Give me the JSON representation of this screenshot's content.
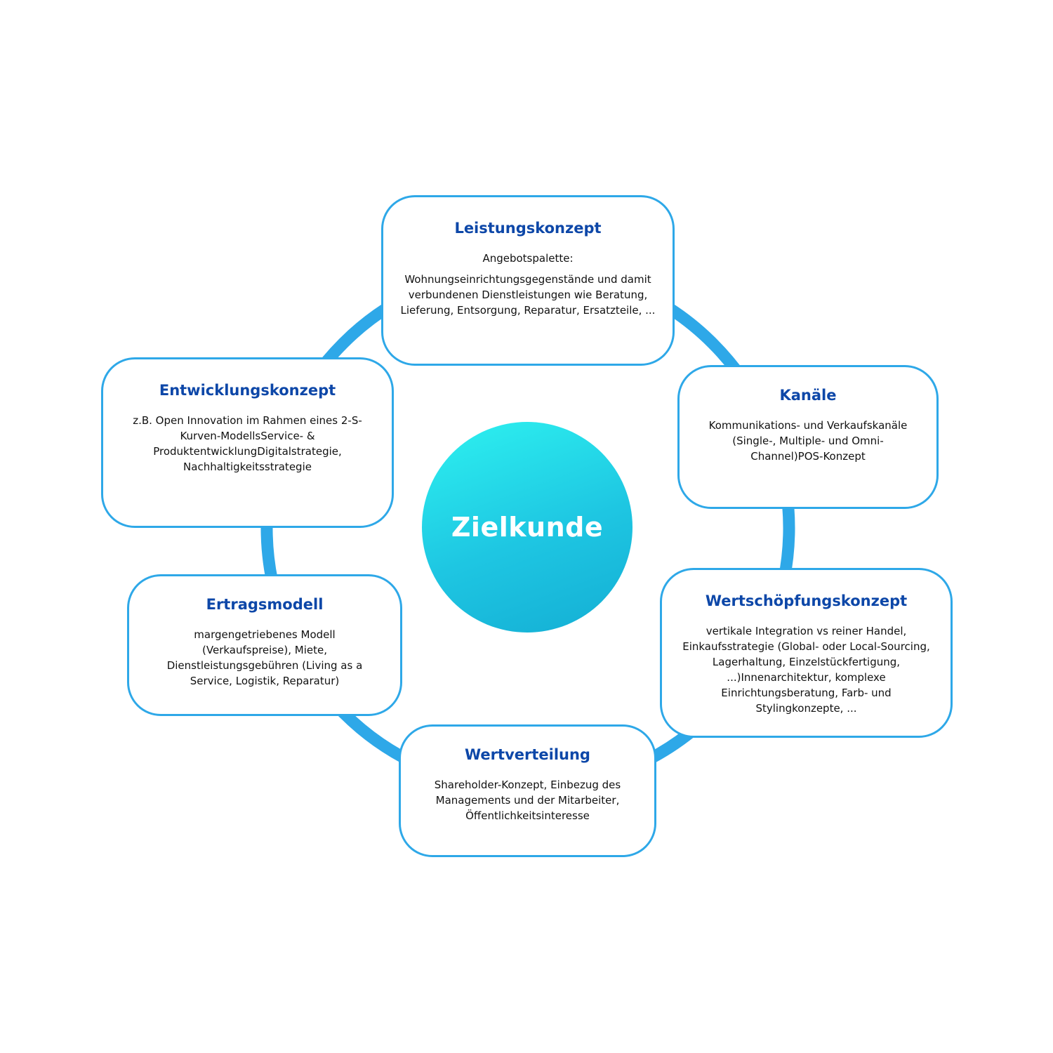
{
  "colors": {
    "ring": "#2ea8e8",
    "card_border": "#2ea8e8",
    "title": "#0d47a8",
    "hub_gradient_start": "#2ef2f0",
    "hub_gradient_end": "#14aed4"
  },
  "hub": {
    "label": "Zielkunde"
  },
  "cards": {
    "leistung": {
      "title": "Leistungskonzept",
      "lead": "Angebotspalette:",
      "text": "Wohnungseinrichtungsgegenstände und damit verbundenen Dienstleistungen wie Beratung, Lieferung, Entsorgung, Reparatur, Ersatzteile, ..."
    },
    "kanaele": {
      "title": "Kanäle",
      "text": "Kommunikations- und Verkaufskanäle (Single-, Multiple- und Omni-Channel)POS-Konzept"
    },
    "wertschoepfung": {
      "title": "Wertschöpfungskonzept",
      "text": "vertikale Integration vs reiner Handel, Einkaufsstrategie (Global- oder Local-Sourcing, Lagerhaltung, Einzelstückfertigung, ...)Innenarchitektur, komplexe Einrichtungsberatung, Farb- und Stylingkonzepte, ..."
    },
    "wertverteilung": {
      "title": "Wertverteilung",
      "text": "Shareholder-Konzept, Einbezug des Managements und der Mitarbeiter, Öffentlichkeitsinteresse"
    },
    "ertrag": {
      "title": "Ertragsmodell",
      "text": "margengetriebenes Modell (Verkaufspreise), Miete, Dienstleistungsgebühren (Living as a Service, Logistik, Reparatur)"
    },
    "entwicklung": {
      "title": "Entwicklungskonzept",
      "text": "z.B. Open Innovation im Rahmen eines 2-S-Kurven-ModellsService- & ProduktentwicklungDigitalstrategie, Nachhaltigkeitsstrategie"
    }
  }
}
